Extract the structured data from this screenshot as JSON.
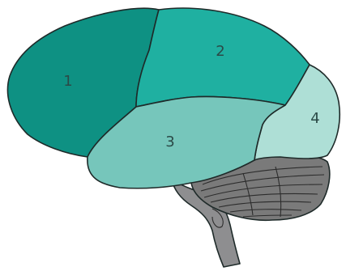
{
  "regions": [
    {
      "id": "1",
      "label": "1",
      "color": "#0e9183"
    },
    {
      "id": "2",
      "label": "2",
      "color": "#1fb0a1"
    },
    {
      "id": "3",
      "label": "3",
      "color": "#76c6bb"
    },
    {
      "id": "4",
      "label": "4",
      "color": "#aedfd6"
    }
  ],
  "cerebellum": {
    "color": "#7a7a7a"
  },
  "brainstem": {
    "color": "#8e8e90"
  }
}
